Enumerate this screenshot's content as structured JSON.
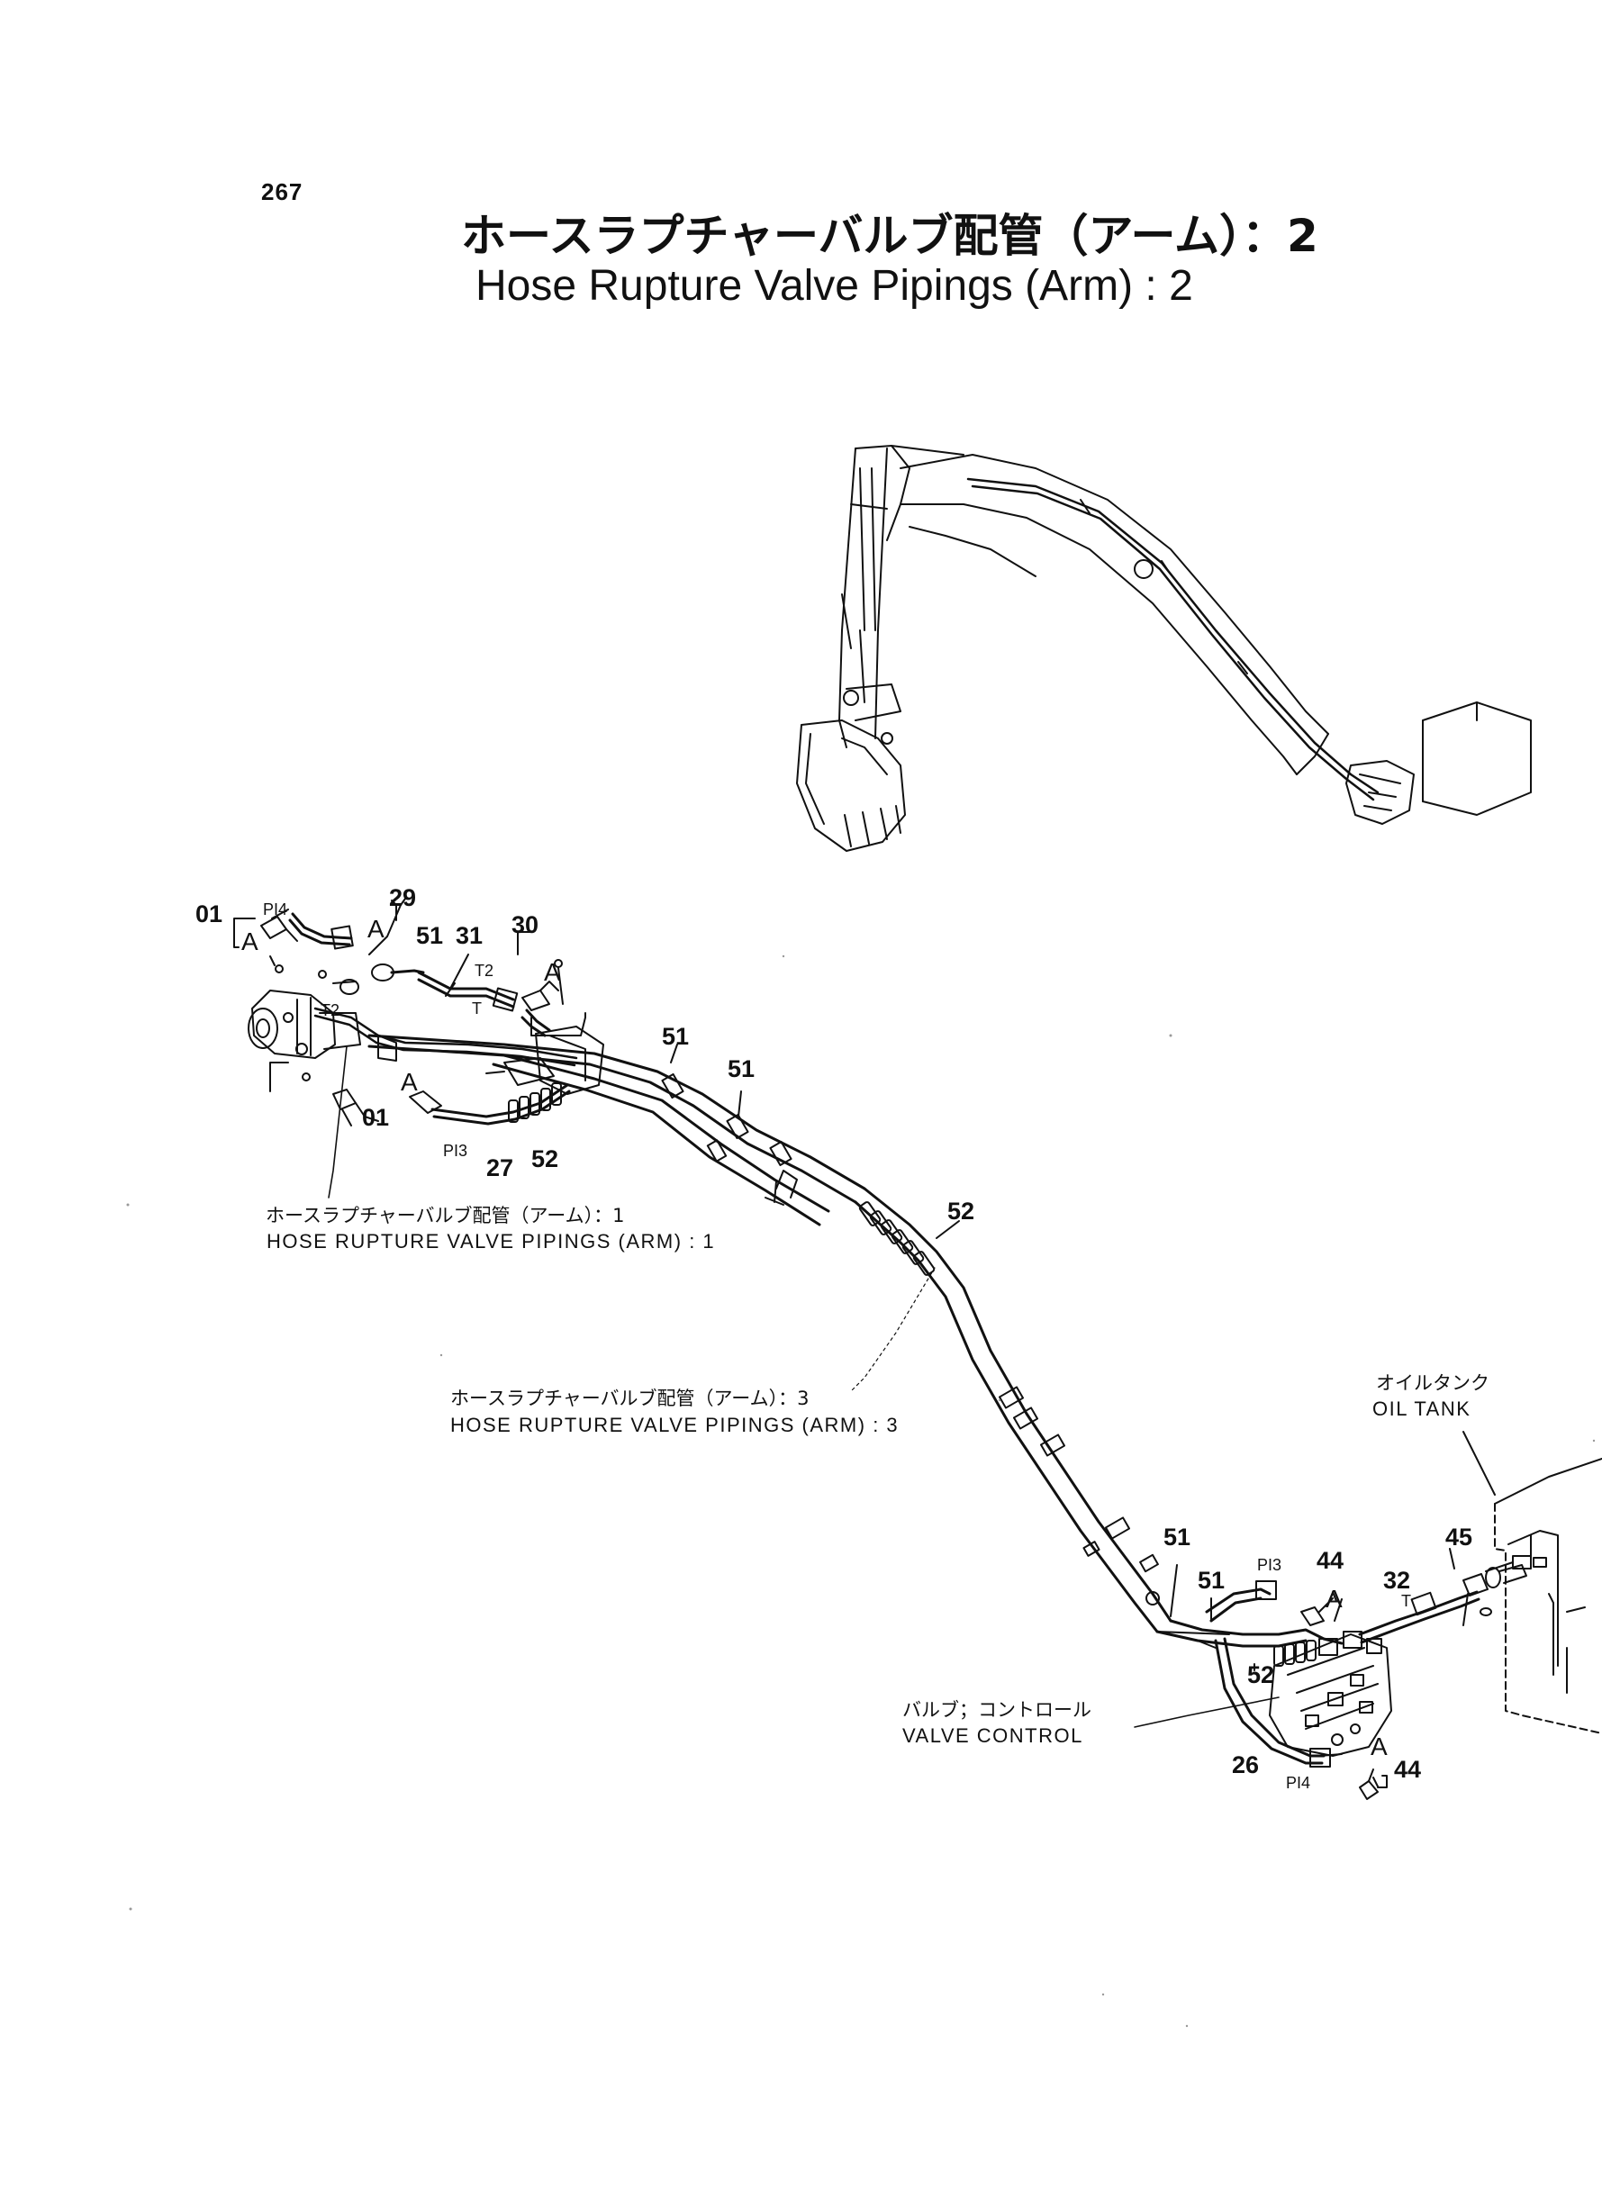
{
  "page_number": "267",
  "title": {
    "jp": "ホースラプチャーバルブ配管（アーム）：2",
    "en": "Hose Rupture Valve Pipings (Arm) : 2"
  },
  "callouts": {
    "c01_top": "01",
    "c01_bottom": "01",
    "c29": "29",
    "c51_a": "51",
    "c31": "31",
    "c30": "30",
    "c51_b": "51",
    "c51_c": "51",
    "c27": "27",
    "c52_a": "52",
    "c52_b": "52",
    "c51_d": "51",
    "c51_e": "51",
    "c44_a": "44",
    "c32": "32",
    "c45": "45",
    "c52_c": "52",
    "c26": "26",
    "c44_b": "44"
  },
  "detail_marks": {
    "a1": "A",
    "a2": "A",
    "a3": "A",
    "a4": "A",
    "a5": "A",
    "a6": "A"
  },
  "port_labels": {
    "pi4_top": "PI4",
    "pi3_left": "PI3",
    "t2_a": "T2",
    "t2_b": "T2",
    "t_a": "T",
    "pi3_right": "PI3",
    "t_b": "T",
    "pi4_bottom": "PI4"
  },
  "references": {
    "ref1_jp": "ホースラプチャーバルブ配管（アーム）：1",
    "ref1_en": "HOSE RUPTURE VALVE PIPINGS (ARM) : 1",
    "ref3_jp": "ホースラプチャーバルブ配管（アーム）：3",
    "ref3_en": "HOSE RUPTURE VALVE PIPINGS (ARM) : 3",
    "oil_tank_jp": "オイルタンク",
    "oil_tank_en": "OIL TANK",
    "valve_jp": "バルブ；コントロール",
    "valve_en": "VALVE CONTROL"
  }
}
